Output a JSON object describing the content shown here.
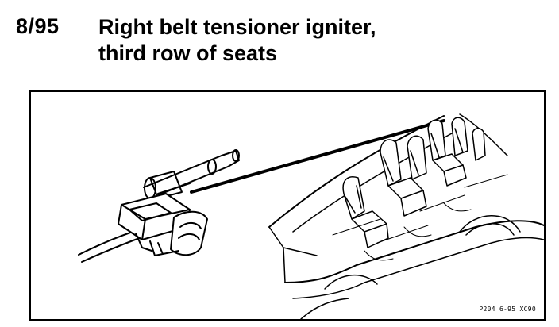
{
  "header": {
    "page_number": "8/95",
    "title_line_1": "Right belt tensioner igniter,",
    "title_line_2": "third row of seats"
  },
  "figure": {
    "reference_code": "P204  6-95  XC90",
    "line_color": "#000000",
    "background_color": "#ffffff"
  }
}
